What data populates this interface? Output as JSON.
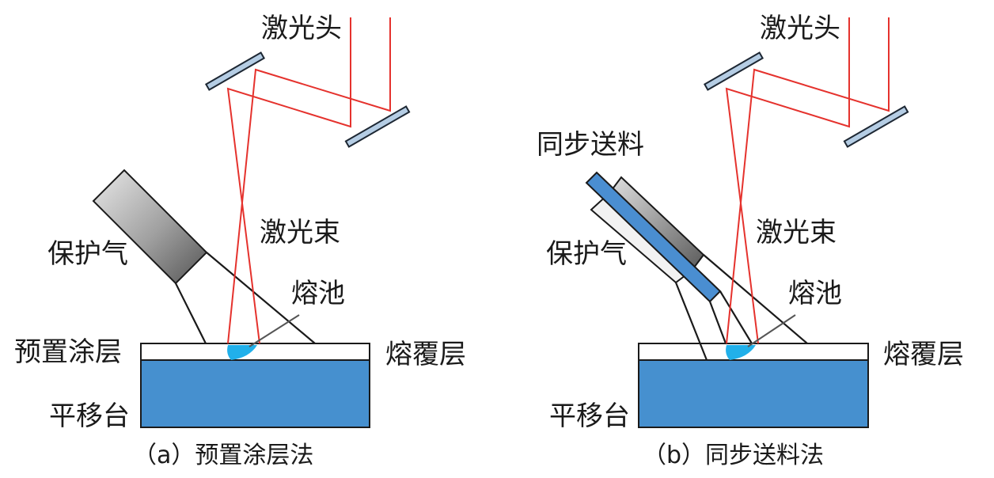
{
  "colors": {
    "beam": "#e5322d",
    "mirror": "#b5cde4",
    "substrate": "#4690cf",
    "coating": "#ffffff",
    "melt_pool": "#21b0ea",
    "feed_tube": "#4a8ed1"
  },
  "panel_a": {
    "laser_head": "激光头",
    "laser_beam": "激光束",
    "shield_gas": "保护气",
    "melt_pool": "熔池",
    "precoat": "预置涂层",
    "cladding": "熔覆层",
    "stage": "平移台",
    "caption": "（a）预置涂层法"
  },
  "panel_b": {
    "laser_head": "激光头",
    "laser_beam": "激光束",
    "powder_feed": "同步送料",
    "shield_gas": "保护气",
    "melt_pool": "熔池",
    "cladding": "熔覆层",
    "stage": "平移台",
    "caption": "（b）同步送料法"
  }
}
